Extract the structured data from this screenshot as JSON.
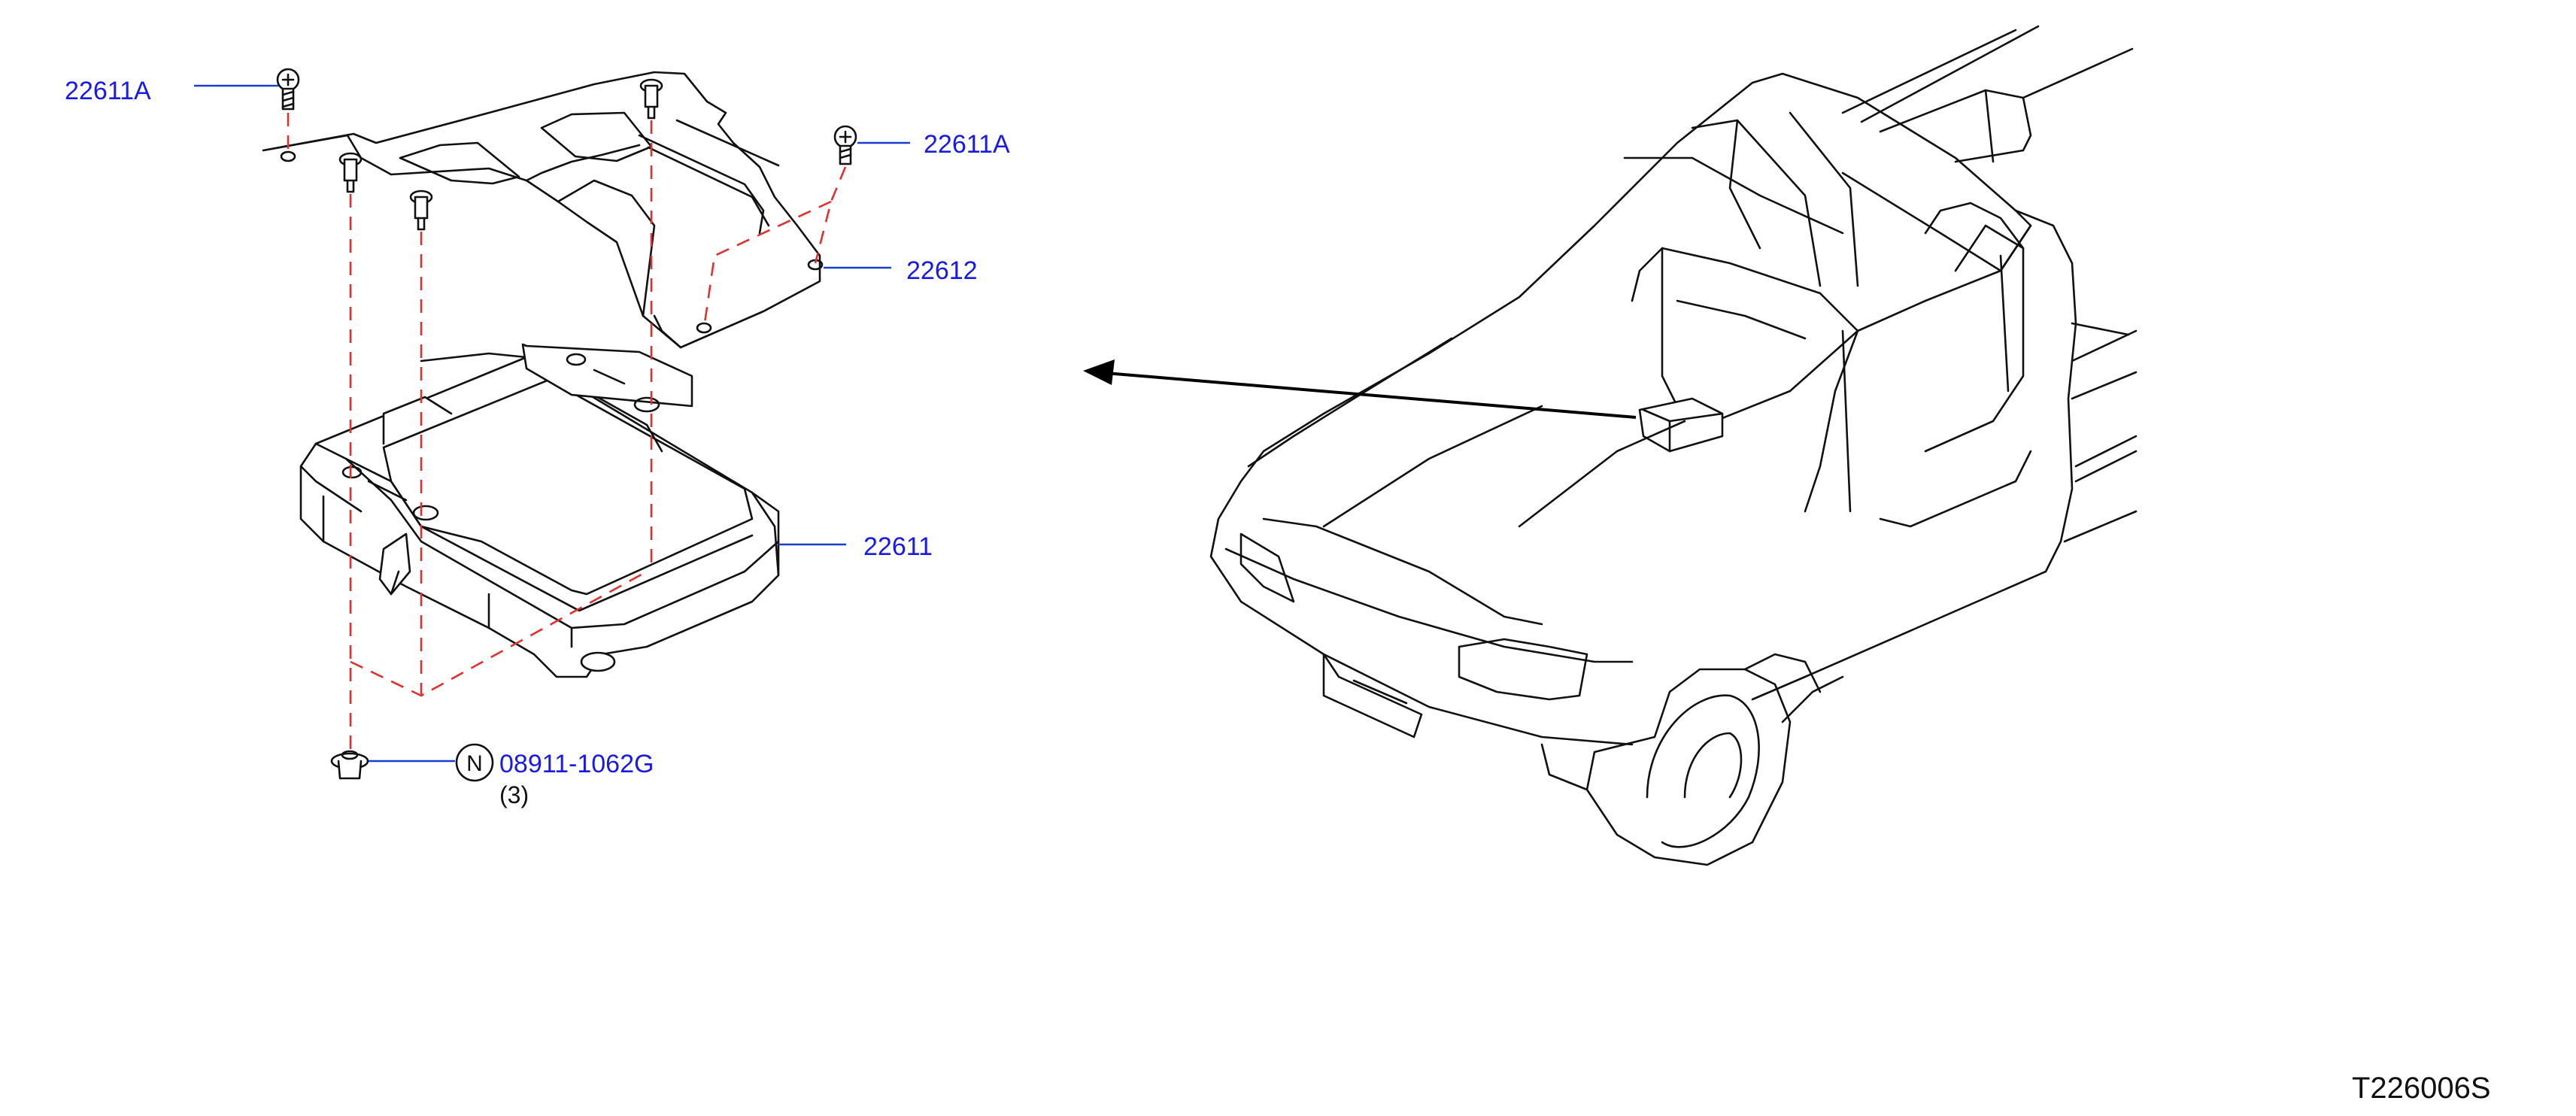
{
  "callouts": {
    "bolt_upper_left": "22611A",
    "bolt_upper_right": "22611A",
    "bracket": "22612",
    "control_unit": "22611",
    "nut_part_number": "08911-1062G",
    "nut_circle_mark": "N",
    "nut_quantity": "(3)"
  },
  "figure_code": "T226006S",
  "colors": {
    "callout_text": "#1a1ae6",
    "leader_line": "#1a3fd0",
    "assembly_dash": "#e03030",
    "line_art": "#111111"
  }
}
